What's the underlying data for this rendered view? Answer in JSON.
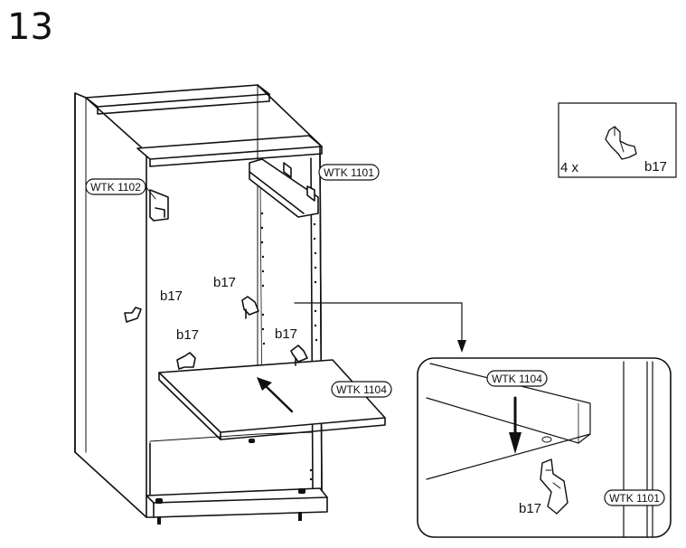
{
  "step_number": "13",
  "labels": {
    "wtk_1102": "WTK 1102",
    "wtk_1101": "WTK 1101",
    "wtk_1104": "WTK 1104",
    "b17": "b17"
  },
  "parts_box": {
    "quantity": "4 x",
    "part": "b17"
  },
  "detail": {
    "wtk_1104": "WTK 1104",
    "wtk_1101": "WTK 1101",
    "b17": "b17"
  }
}
